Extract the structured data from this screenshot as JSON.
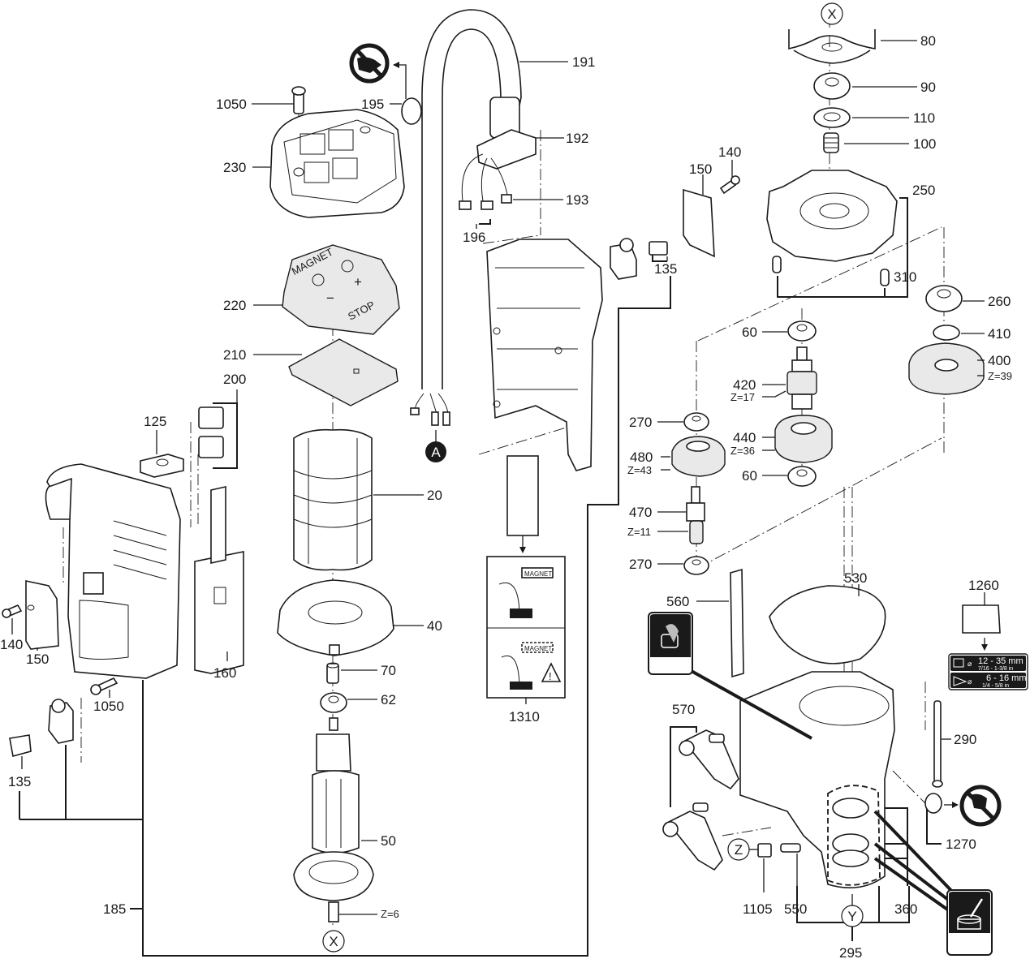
{
  "title": "Exploded parts diagram - magnetic core drill",
  "callouts": {
    "p1050a": "1050",
    "p230": "230",
    "p195": "195",
    "p191": "191",
    "p192": "192",
    "p193": "193",
    "p196": "196",
    "p220": "220",
    "p210": "210",
    "p200": "200",
    "p125": "125",
    "p20": "20",
    "p40": "40",
    "p70": "70",
    "p62": "62",
    "p50": "50",
    "z6": "Z=6",
    "p140a": "140",
    "p150a": "150",
    "p160": "160",
    "p1050b": "1050",
    "p135a": "135",
    "p185": "185",
    "p1310": "1310",
    "p150b": "150",
    "p140b": "140",
    "p135b": "135",
    "p80": "80",
    "p90": "90",
    "p110": "110",
    "p100": "100",
    "p250": "250",
    "p310": "310",
    "p260": "260",
    "p410": "410",
    "p400": "400",
    "z39": "Z=39",
    "p60a": "60",
    "p420": "420",
    "z17": "Z=17",
    "p440": "440",
    "z36": "Z=36",
    "p60b": "60",
    "p270a": "270",
    "p480": "480",
    "z43": "Z=43",
    "p470": "470",
    "z11": "Z=11",
    "p270b": "270",
    "p530": "530",
    "p560": "560",
    "p1260": "1260",
    "p570": "570",
    "p290": "290",
    "p1270": "1270",
    "p1105": "1105",
    "p550": "550",
    "p360": "360",
    "p295": "295"
  },
  "markers": {
    "x_top": "X",
    "x_bottom": "X",
    "a": "A",
    "y": "Y",
    "z": "Z"
  },
  "keypad_labels": {
    "magnet": "MAGNET",
    "stop": "STOP",
    "plus": "+",
    "minus": "−"
  },
  "warning_label": {
    "panel_top_text": "MAGNET",
    "panel_bottom_text": "MAGNET"
  },
  "spec_label": {
    "row1_metric": "12 - 35 mm",
    "row1_imperial": "7/16 - 1-3/8 in",
    "row2_metric": "6 - 16 mm",
    "row2_imperial": "1/4 - 5/8 in",
    "diameter_symbol": "⌀"
  },
  "icons": {
    "no_touch": "no-hand-contact-icon",
    "no_disposal": "no-hand-disposal-icon",
    "grease_top": "grease-pot-icon",
    "grease_bottom": "grease-brush-icon"
  }
}
